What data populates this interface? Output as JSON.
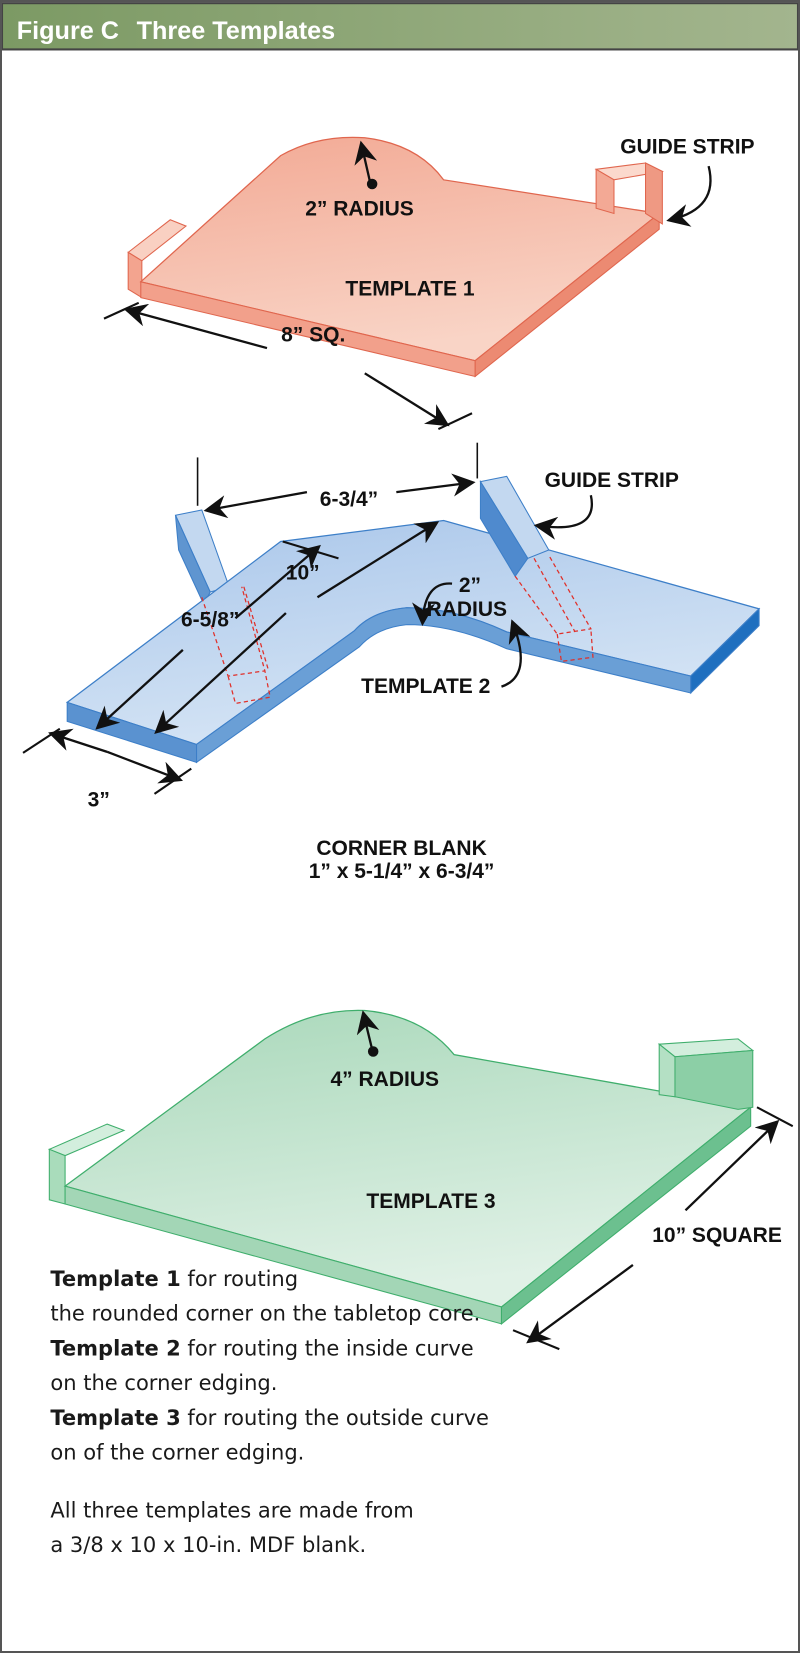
{
  "header": {
    "figure": "Figure C",
    "title": "Three Templates",
    "colors": {
      "start": "#7c9a64",
      "end": "#a3b58e"
    }
  },
  "template1": {
    "name": "TEMPLATE 1",
    "radius_label": "2” RADIUS",
    "guide_strip_label": "GUIDE STRIP",
    "size_label": "8” SQ.",
    "color": "#f4b8a4"
  },
  "template2": {
    "name": "TEMPLATE 2",
    "width_label": "6-3/4”",
    "guide_strip_label": "GUIDE STRIP",
    "radius_value": "2”",
    "radius_word": "RADIUS",
    "long_label": "10”",
    "short_label": "6-5/8”",
    "end_label": "3”",
    "blank_title": "CORNER BLANK",
    "blank_size": "1” x 5-1/4” x 6-3/4”",
    "color": "#b5d0ee"
  },
  "template3": {
    "name": "TEMPLATE 3",
    "radius_label": "4” RADIUS",
    "size_label": "10” SQUARE",
    "color": "#bfe3cc"
  },
  "caption": {
    "t1_bold": "Template 1",
    "t1_rest": " for routing",
    "t1_line2": "the rounded corner on the tabletop core.",
    "t2_bold": "Template 2",
    "t2_rest": " for routing the inside curve",
    "t2_line2": "on the corner edging.",
    "t3_bold": "Template 3",
    "t3_rest": " for routing the outside curve",
    "t3_line2": "on of the corner edging.",
    "note_line1": "All three templates are made from",
    "note_line2": "a 3/8 x 10 x 10-in. MDF blank."
  }
}
